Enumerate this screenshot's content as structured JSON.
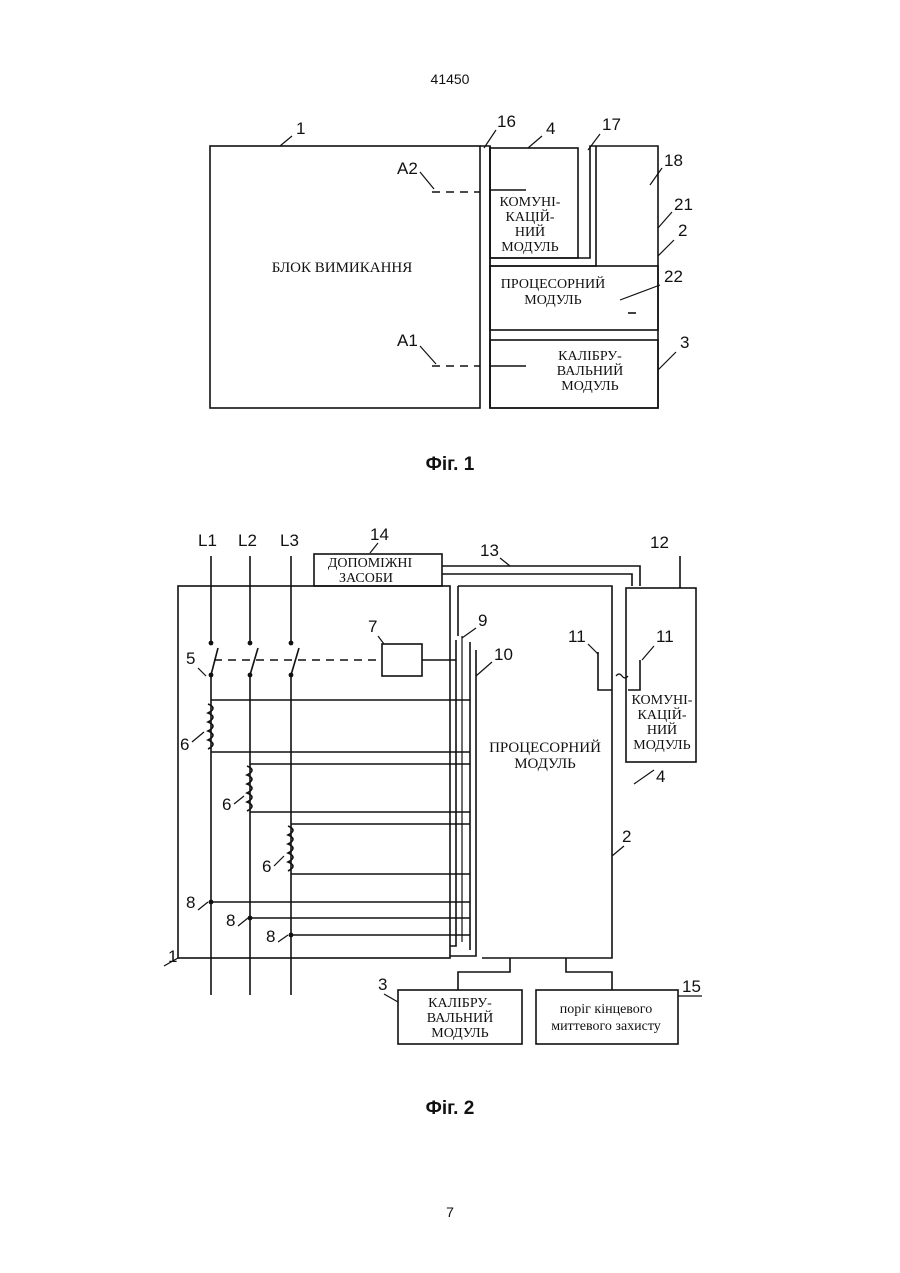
{
  "header": {
    "doc_number": "41450"
  },
  "footer": {
    "page_number": "7"
  },
  "fig1": {
    "caption": "Фіг. 1",
    "blocks": {
      "switch_block": "БЛОК ВИМИКАННЯ",
      "comm_module": [
        "КОМУНІ-",
        "КАЦІЙ-",
        "НИЙ",
        "МОДУЛЬ"
      ],
      "processor_module": [
        "ПРОЦЕСОРНИЙ",
        "МОДУЛЬ"
      ],
      "calibration_module": [
        "КАЛІБРУ-",
        "ВАЛЬНИЙ",
        "МОДУЛЬ"
      ]
    },
    "refs": {
      "r1": "1",
      "r16": "16",
      "r4": "4",
      "r17": "17",
      "r18": "18",
      "r21": "21",
      "r2": "2",
      "r22": "22",
      "r3": "3",
      "a2": "A2",
      "a1": "A1"
    }
  },
  "fig2": {
    "caption": "Фіг. 2",
    "phases": [
      "L1",
      "L2",
      "L3"
    ],
    "blocks": {
      "aux_means": [
        "ДОПОМІЖНІ",
        "ЗАСОБИ"
      ],
      "processor_module": [
        "ПРОЦЕСОРНИЙ",
        "МОДУЛЬ"
      ],
      "comm_module": [
        "КОМУНІ-",
        "КАЦІЙ-",
        "НИЙ",
        "МОДУЛЬ"
      ],
      "calibration_module": [
        "КАЛІБРУ-",
        "ВАЛЬНИЙ",
        "МОДУЛЬ"
      ],
      "threshold": [
        "поріг кінцевого",
        "миттевого захисту"
      ]
    },
    "refs": {
      "r14": "14",
      "r13": "13",
      "r12": "12",
      "r7": "7",
      "r9": "9",
      "r10": "10",
      "r11a": "11",
      "r11b": "11",
      "r5": "5",
      "r6a": "6",
      "r6b": "6",
      "r6c": "6",
      "r2": "2",
      "r4": "4",
      "r8a": "8",
      "r8b": "8",
      "r8c": "8",
      "r1": "1",
      "r3": "3",
      "r15": "15"
    }
  }
}
